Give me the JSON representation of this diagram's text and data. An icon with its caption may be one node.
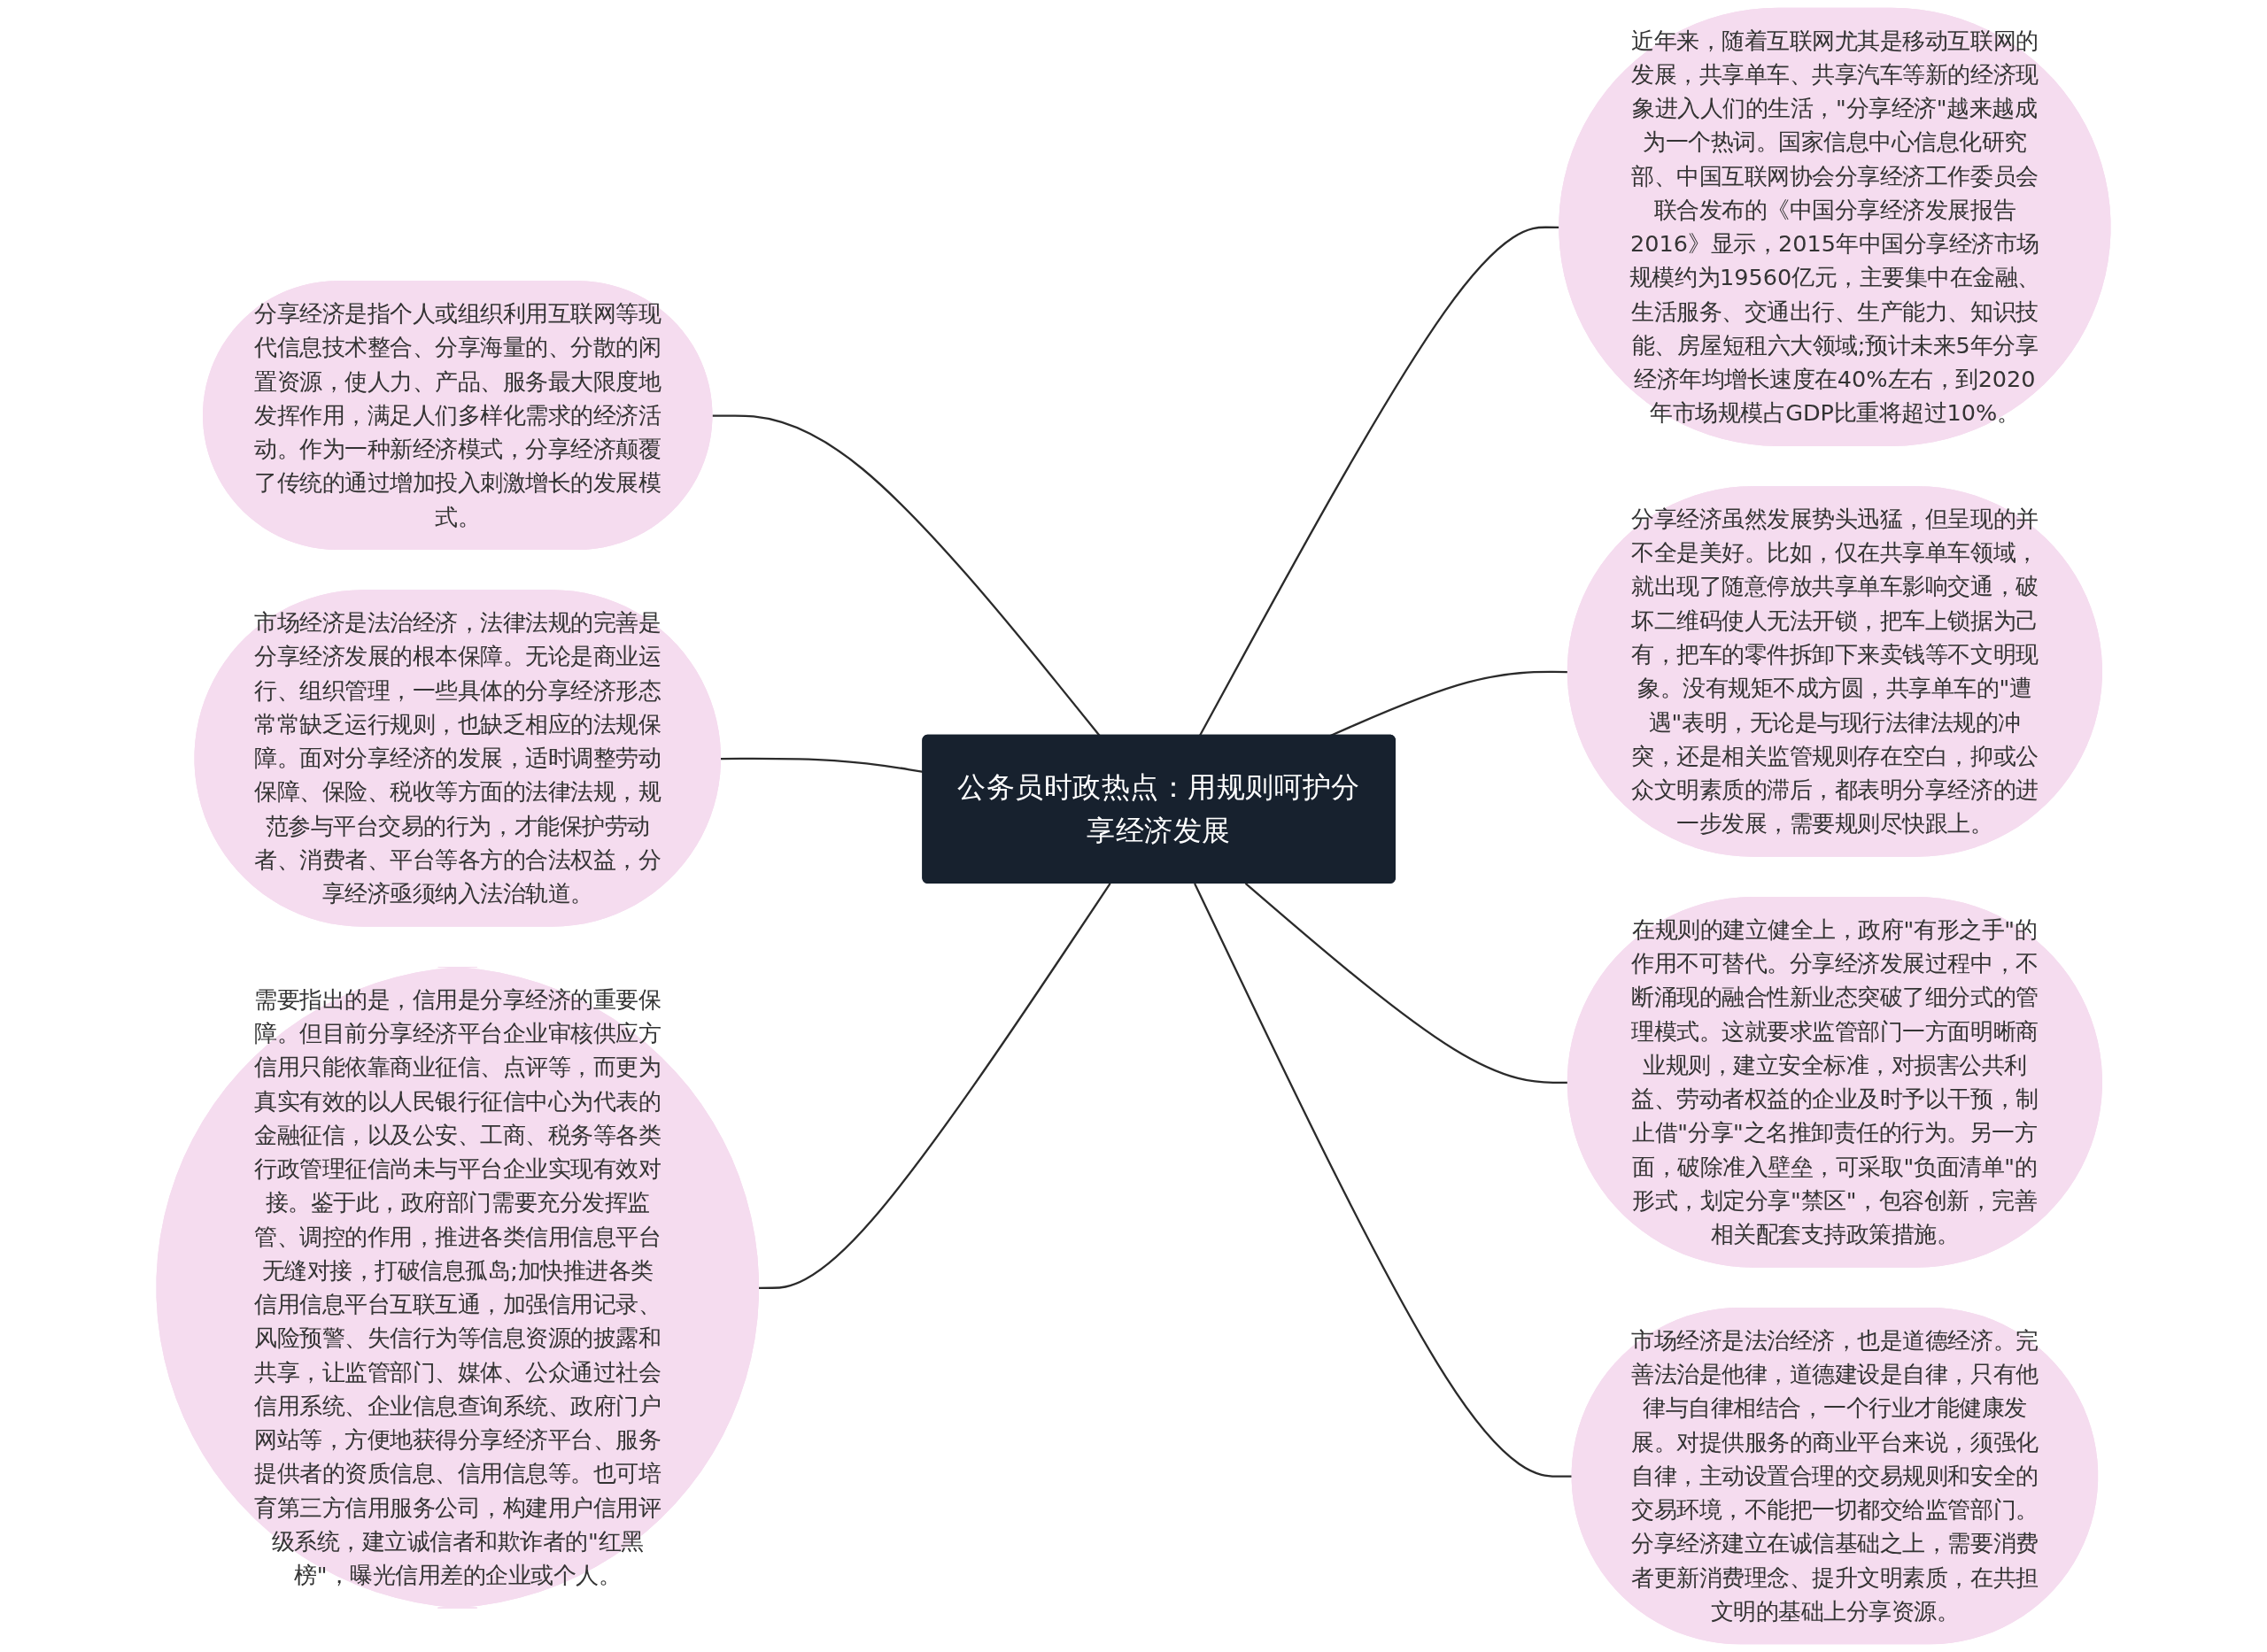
{
  "diagram": {
    "nodes": [
      {
        "text": [
          "分享经济是指个人或组织利用互联网等现代信息技术整合、分享海量的、分散的闲置资源，使人力、产品、服务最大限度地发挥作用，满足人们多样化需求的经济活动。作为一种新经济模式，分享经济颠覆了传统的通过增加投入刺激增长的发展模式。"
        ]
      },
      {
        "text": [
          "市场经济是法治经济，法律法规的完善是分享经济发展的根本保障。无论是商业运行、组织管理，一些具体的分享经济形态常常缺乏运行规则，也缺乏相应的法规保障。面对分享经济的发展，适时调整劳动保障、保险、税收等方面的法律法规，规范参与平台交易的行为，才能保护劳动者、消费者、平台等各方的合法权益，分享经济亟须纳入法治轨道。"
        ]
      },
      {
        "text": [
          "需要指出的是，信用是分享经济的重要保障。但目前分享经济平台企业审核供应方信用只能依靠商业征信、点评等，而更为真实有效的以人民银行征信中心为代表的金融征信，以及公安、工商、税务等各类行政管理征信尚未与平台企业实现有效对接。鉴于此，政府部门需要充分发挥监管、调控的作用，推进各类信用信息平台无缝对接，打破信息孤岛;加快推进各类信用信息平台互联互通，加强信用记录、风险预警、失信行为等信息资源的披露和共享，让监管部门、媒体、公众通过社会信用系统、企业信息查询系统、政府门户网站等，方便地获得分享经济平台、服务提供者的资质信息、信用信息等。也可培育第三方信用服务公司，构建用户信用评级系统，建立诚信者和欺诈者的\"红黑榜\"，曝光信用差的企业或个人。"
        ]
      },
      {
        "text": [
          "公务员时政热点：用规则呵护分享经济发展"
        ]
      },
      {
        "text": [
          "近年来，随着互联网尤其是移动互联网的发展，共享单车、共享汽车等新的经济现象进入人们的生活，\"分享经济\"越来越成为一个热词。国家信息中心信息化研究部、中国互联网协会分享经济工作委员会联合发布的《中国分享经济发展报告2016》显示，2015年中国分享经济市场规模约为19560亿元，主要集中在金融、生活服务、交通出行、生产能力、知识技能、房屋短租六大领域;预计未来5年分享经济年均增长速度在40%左右，到2020年市场规模占GDP比重将超过10%。"
        ]
      },
      {
        "text": [
          "分享经济虽然发展势头迅猛，但呈现的并不全是美好。比如，仅在共享单车领域，就出现了随意停放共享单车影响交通，破坏二维码使人无法开锁，把车上锁据为己有，把车的零件拆卸下来卖钱等不文明现象。没有规矩不成方圆，共享单车的\"遭遇\"表明，无论是与现行法律法规的冲突，还是相关监管规则存在空白，抑或公众文明素质的滞后，都表明分享经济的进一步发展，需要规则尽快跟上。"
        ]
      },
      {
        "text": [
          "在规则的建立健全上，政府\"有形之手\"的作用不可替代。分享经济发展过程中，不断涌现的融合性新业态突破了细分式的管理模式。这就要求监管部门一方面明晰商业规则，建立安全标准，对损害公共利益、劳动者权益的企业及时予以干预，制止借\"分享\"之名推卸责任的行为。另一方面，破除准入壁垒，可采取\"负面清单\"的形式，划定分享\"禁区\"，包容创新，完善相关配套支持政策措施。"
        ]
      },
      {
        "text": [
          "市场经济是法治经济，也是道德经济。完善法治是他律，道德建设是自律，只有他律与自律相结合，一个行业才能健康发展。对提供服务的商业平台来说，须强化自律，主动设置合理的交易规则和安全的交易环境，不能把一切都交给监管部门。分享经济建立在诚信基础之上，需要消费者更新消费理念、提升文明素质，在共担文明的基础上分享资源。"
        ]
      }
    ],
    "edges": [
      {
        "from": 0,
        "to": 3,
        "arrow": "none"
      },
      {
        "from": 1,
        "to": 3,
        "arrow": "none"
      },
      {
        "from": 2,
        "to": 3,
        "arrow": "none"
      },
      {
        "from": 3,
        "to": 4,
        "arrow": "none"
      },
      {
        "from": 3,
        "to": 5,
        "arrow": "none"
      },
      {
        "from": 3,
        "to": 6,
        "arrow": "none"
      },
      {
        "from": 3,
        "to": 7,
        "arrow": "none"
      }
    ]
  }
}
